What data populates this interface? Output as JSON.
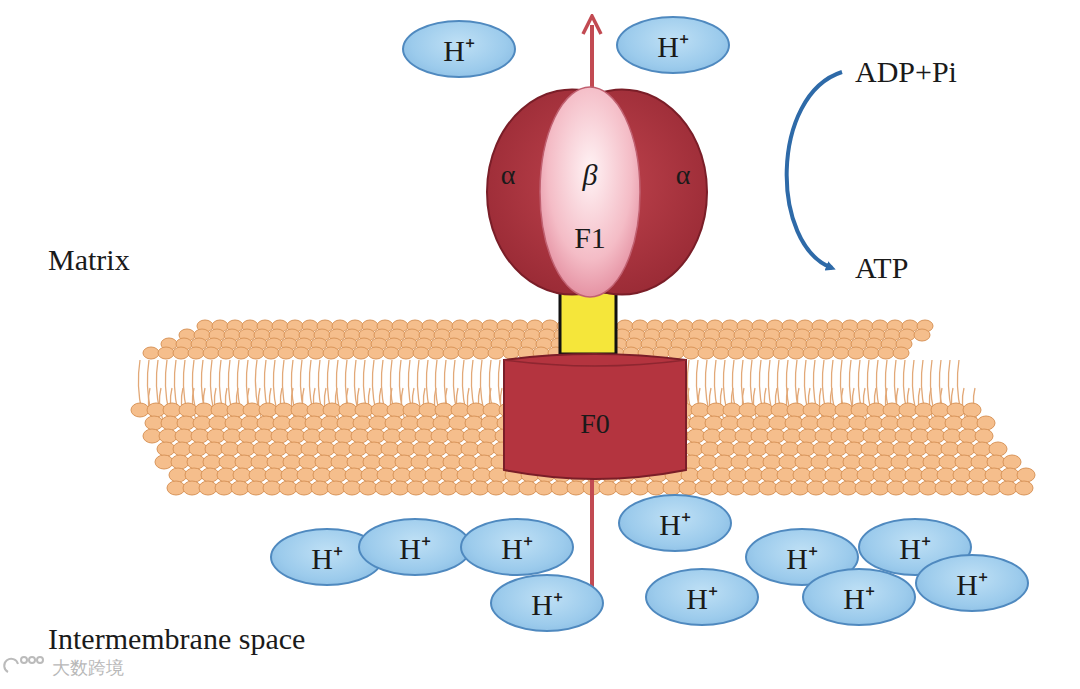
{
  "diagram": {
    "nodes": [
      {
        "text": [
          "H⁺"
        ]
      },
      {
        "text": [
          "H⁺"
        ]
      },
      {
        "text": [
          "α",
          "α"
        ]
      },
      {
        "text": [
          "β",
          "F1"
        ],
        "in": 2
      },
      {
        "text": [
          "F0"
        ]
      },
      {
        "text": [
          "H⁺"
        ]
      },
      {
        "text": [
          "H⁺"
        ]
      },
      {
        "text": [
          "H⁺"
        ]
      },
      {
        "text": [
          "H⁺"
        ]
      },
      {
        "text": [
          "H⁺"
        ]
      },
      {
        "text": [
          "H⁺"
        ]
      },
      {
        "text": [
          "H⁺"
        ]
      },
      {
        "text": [
          "H⁺"
        ]
      },
      {
        "text": [
          "H⁺"
        ]
      },
      {
        "text": [
          "H⁺"
        ]
      }
    ],
    "labels": [
      "Matrix",
      "Intermembrane space",
      "ADP+Pi",
      "ATP",
      "大数跨境"
    ]
  }
}
